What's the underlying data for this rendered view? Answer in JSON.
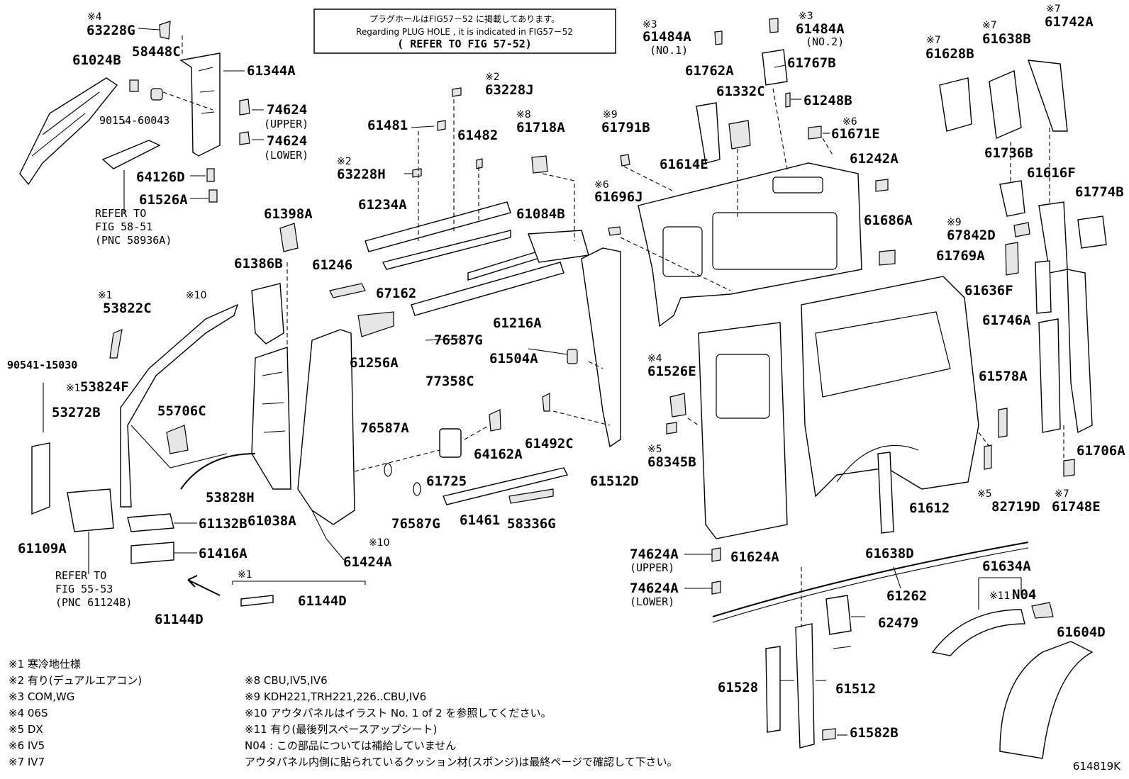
{
  "info_box": {
    "line1": "プラグホールはFIG57－52 に掲載してあります。",
    "line2": "Regarding PLUG HOLE , it is indicated in FIG57－52",
    "line3": "( REFER TO FIG 57-52)"
  },
  "labels": {
    "p63228G": "63228G",
    "p58448C": "58448C",
    "p61024B": "61024B",
    "p61344A": "61344A",
    "p90154": "90154-60043",
    "p74624u": "74624",
    "p74624l": "74624",
    "p64126D": "64126D",
    "p61526A": "61526A",
    "p61398A": "61398A",
    "p61386B": "61386B",
    "p53822C": "53822C",
    "p90541": "90541-15030",
    "p53824F": "53824F",
    "p53272B": "53272B",
    "p55706C": "55706C",
    "p53828H": "53828H",
    "p61038A": "61038A",
    "p61109A": "61109A",
    "p61132B": "61132B",
    "p61416A": "61416A",
    "p61144D_a": "61144D",
    "p61144D_b": "61144D",
    "p61424A": "61424A",
    "p63228J": "63228J",
    "p61481": "61481",
    "p61482": "61482",
    "p63228H": "63228H",
    "p61234A": "61234A",
    "p61246": "61246",
    "p67162": "67162",
    "p61256A": "61256A",
    "p76587G_a": "76587G",
    "p77358C": "77358C",
    "p76587A": "76587A",
    "p61725": "61725",
    "p76587G_b": "76587G",
    "p61461": "61461",
    "p58336G": "58336G",
    "p64162A": "64162A",
    "p61718A": "61718A",
    "p61084B": "61084B",
    "p61216A": "61216A",
    "p61504A": "61504A",
    "p61492C": "61492C",
    "p61512D": "61512D",
    "p61791B": "61791B",
    "p61696J": "61696J",
    "p61484A_1": "61484A",
    "p61762A": "61762A",
    "p61332C": "61332C",
    "p61614E": "61614E",
    "p61484A_2": "61484A",
    "p61767B": "61767B",
    "p61248B": "61248B",
    "p61671E": "61671E",
    "p61242A": "61242A",
    "p61686A": "61686A",
    "p61526E": "61526E",
    "p68345B": "68345B",
    "p74624A_u": "74624A",
    "p74624A_l": "74624A",
    "p61624A": "61624A",
    "p61612": "61612",
    "p61638D": "61638D",
    "p61262": "61262",
    "p62479": "62479",
    "p61528": "61528",
    "p61512": "61512",
    "p61582B": "61582B",
    "p61628B": "61628B",
    "p61638B": "61638B",
    "p61742A": "61742A",
    "p61736B": "61736B",
    "p61616F": "61616F",
    "p61774B": "61774B",
    "p67842D": "67842D",
    "p61769A": "61769A",
    "p61636F": "61636F",
    "p61746A": "61746A",
    "p61578A": "61578A",
    "p61706A": "61706A",
    "p82719D": "82719D",
    "p61748E": "61748E",
    "p61634A": "61634A",
    "pN04": "N04",
    "p61604D": "61604D"
  },
  "sublabels": {
    "upper": "(UPPER)",
    "lower": "(LOWER)",
    "no1": "(NO.1)",
    "no2": "(NO.2)",
    "upperA": "(UPPER)",
    "lowerA": "(LOWER)"
  },
  "marks": {
    "m4a": "※4",
    "m1a": "※1",
    "m10a": "※10",
    "m1b": "※1",
    "m10b": "※10",
    "m1c": "※1",
    "m2a": "※2",
    "m2b": "※2",
    "m8": "※8",
    "m9a": "※9",
    "m6a": "※6",
    "m3a": "※3",
    "m3b": "※3",
    "m6b": "※6",
    "m4b": "※4",
    "m5a": "※5",
    "m5b": "※5",
    "m7a": "※7",
    "m7b": "※7",
    "m7c": "※7",
    "m9b": "※9",
    "m7d": "※7",
    "m11": "※11"
  },
  "refers": {
    "r1_l1": "REFER TO",
    "r1_l2": "FIG 58-51",
    "r1_l3": "(PNC 58936A)",
    "r2_l1": "REFER TO",
    "r2_l2": "FIG 55-53",
    "r2_l3": "(PNC 61124B)"
  },
  "notes_left": [
    "※1 寒冷地仕様",
    "※2 有り(デュアルエアコン)",
    "※3 COM,WG",
    "※4 06S",
    "※5 DX",
    "※6 IV5",
    "※7 IV7"
  ],
  "notes_right": [
    "※8 CBU,IV5,IV6",
    "※9 KDH221,TRH221,226..CBU,IV6",
    "※10 アウタパネルはイラスト No. 1 of 2 を参照してください。",
    "※11 有り(最後列スペースアップシート)",
    "N04 : この部品については補給していません",
    "アウタパネル内側に貼られているクッション材(スポンジ)は最終ページで確認して下さい。"
  ],
  "figure_code": "614819K"
}
